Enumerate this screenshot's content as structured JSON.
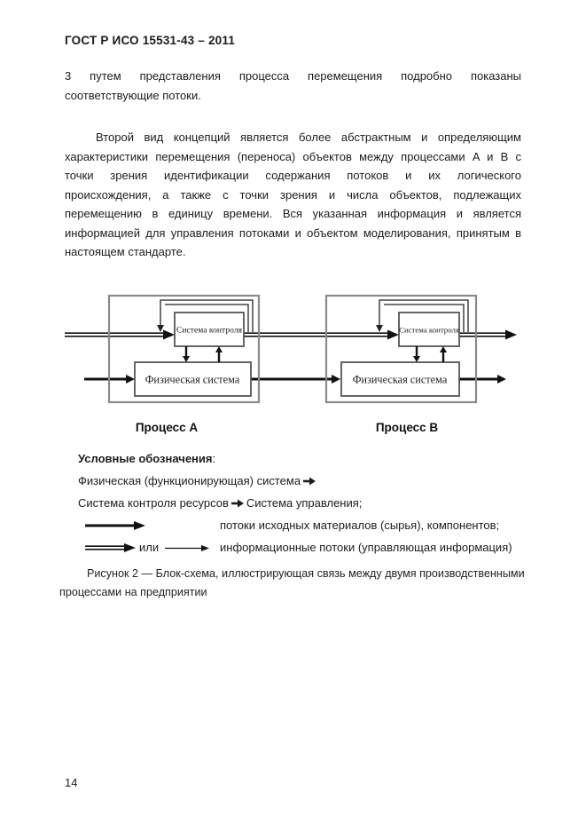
{
  "header": {
    "title": "ГОСТ Р ИСО 15531-43 – 2011"
  },
  "paragraph1": {
    "lines": [
      "3 путем представления процесса перемещения подробно показаны",
      "соответствующие потоки."
    ]
  },
  "paragraph2": {
    "lines": [
      "Второй вид концепций является более абстрактным и определяющим",
      "характеристики перемещения (переноса) объектов между процессами A и B с",
      "точки зрения идентификации содержания потоков и их логического",
      "происхождения, а также с точки зрения и числа объектов, подлежащих",
      "перемещению в единицу времени. Вся указанная информация и является",
      "информацией для управления потоками и объектом моделирования, принятым в",
      "настоящем стандарте."
    ]
  },
  "diagram": {
    "process_a": {
      "label": "Процесс A",
      "control_box": "Система контроля",
      "physical_box": "Физическая система"
    },
    "process_b": {
      "label": "Процесс B",
      "control_box": "Система контроля",
      "physical_box": "Физическая система"
    }
  },
  "legend": {
    "title": "Условные обозначения",
    "title_colon": ":",
    "arrow_icon": "➔",
    "line_physical": {
      "text": "Физическая (функционирующая) система"
    },
    "line_control": {
      "before": "Система контроля ресурсов",
      "after": "Система управления;"
    },
    "flow_material": {
      "label": "потоки исходных материалов (сырья), компонентов;"
    },
    "flow_information": {
      "or_label": "или",
      "label": "информационные потоки (управляющая информация)"
    }
  },
  "caption": {
    "lines": [
      "Рисунок 2 — Блок-схема, иллюстрирующая связь между двумя производственными",
      "процессами на предприятии"
    ]
  },
  "page": {
    "number": "14"
  },
  "colors": {
    "ink": "#1c1c1c",
    "flow_line": "#111111",
    "box_border": "#555555",
    "outer_border": "#8a8a8a"
  }
}
